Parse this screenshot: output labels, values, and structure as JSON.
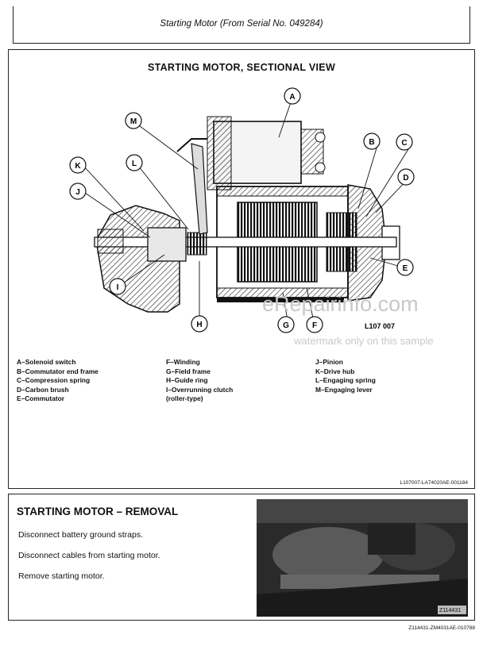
{
  "header": {
    "title": "Starting Motor (From Serial No. 049284)"
  },
  "section1": {
    "title": "STARTING MOTOR, SECTIONAL VIEW",
    "figure_code": "L107 007",
    "callouts": [
      "A",
      "B",
      "C",
      "D",
      "E",
      "F",
      "G",
      "H",
      "I",
      "J",
      "K",
      "L",
      "M"
    ],
    "legend": {
      "col1": [
        "A–Solenoid switch",
        "B–Commutator end frame",
        "C–Compression spring",
        "D–Carbon brush",
        "E–Commutator"
      ],
      "col2": [
        "F–Winding",
        "G–Field frame",
        "H–Guide ring",
        "I–Overrunning clutch",
        "(roller-type)"
      ],
      "col3": [
        "J–Pinion",
        "K–Drive hub",
        "L–Engaging spring",
        "M–Engaging lever"
      ]
    },
    "ref": "L107007-LA74020AE-001184"
  },
  "section2": {
    "title": "STARTING MOTOR – REMOVAL",
    "steps": [
      "Disconnect battery ground straps.",
      "Disconnect cables from starting motor.",
      "Remove starting motor."
    ],
    "photo_code": "Z114431",
    "ref": "Z114431-ZM4031AE-010788"
  },
  "watermark": {
    "line1": "eRepairinfo.com",
    "line2": "watermark only on this sample"
  }
}
